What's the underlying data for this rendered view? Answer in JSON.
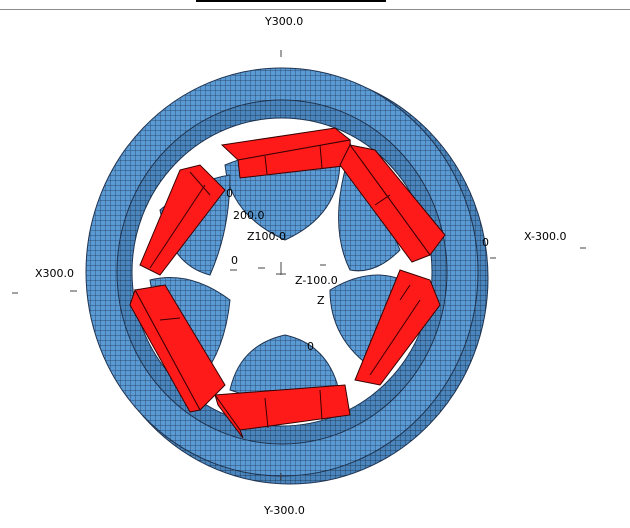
{
  "viewport": {
    "axis_labels": {
      "y_pos": "Y300.0",
      "y_neg": "Y-300.0",
      "x_pos": "X300.0",
      "x_neg": "X-300.0",
      "z_pos": "Z100.0",
      "z_neg": "Z-100.0"
    },
    "partial_labels": {
      "a": "0",
      "b": "200.0",
      "c": "0",
      "d": "0",
      "e": "Z",
      "f": "0"
    }
  },
  "colors": {
    "stator": "#5b9bd5",
    "stator_mesh": "#1f3350",
    "magnet": "#ff1a1a",
    "magnet_edge": "#3a0000",
    "background": "#ffffff"
  }
}
